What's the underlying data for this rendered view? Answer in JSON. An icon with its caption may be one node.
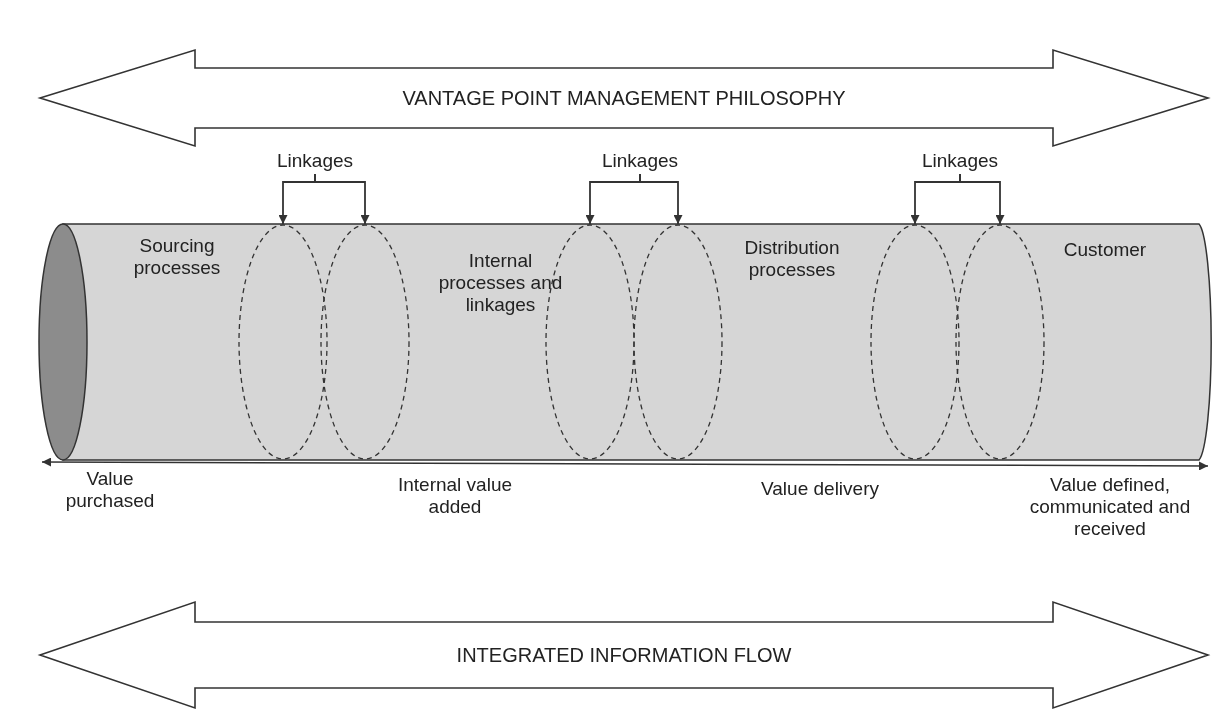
{
  "diagram": {
    "nodes": [
      {
        "text": [
          "VANTAGE POINT MANAGEMENT PHILOSOPHY"
        ]
      },
      {
        "text": [
          "Linkages"
        ]
      },
      {
        "text": [
          "Linkages"
        ]
      },
      {
        "text": [
          "Linkages"
        ]
      },
      {
        "text": [],
        "shape": "cylinder"
      },
      {
        "text": [
          "Sourcing processes"
        ],
        "in": 4
      },
      {
        "text": [],
        "shape": "ellipse",
        "in": 4
      },
      {
        "text": [],
        "shape": "ellipse",
        "in": 4
      },
      {
        "text": [
          "Internal processes and linkages"
        ],
        "in": 4
      },
      {
        "text": [],
        "shape": "ellipse",
        "in": 4
      },
      {
        "text": [],
        "shape": "ellipse",
        "in": 4
      },
      {
        "text": [
          "Distribution processes"
        ],
        "in": 4
      },
      {
        "text": [],
        "shape": "ellipse",
        "in": 4
      },
      {
        "text": [],
        "shape": "ellipse",
        "in": 4
      },
      {
        "text": [
          "Customer"
        ],
        "in": 4
      },
      {
        "text": [
          "INTEGRATED INFORMATION FLOW"
        ]
      }
    ],
    "edges": [
      {
        "from": 1,
        "to": 6,
        "arrow": "to"
      },
      {
        "from": 1,
        "to": 7,
        "arrow": "to"
      },
      {
        "from": 2,
        "to": 9,
        "arrow": "to"
      },
      {
        "from": 2,
        "to": 10,
        "arrow": "to"
      },
      {
        "from": 3,
        "to": 12,
        "arrow": "to"
      },
      {
        "from": 3,
        "to": 13,
        "arrow": "to"
      }
    ],
    "labels": [
      "Value purchased",
      "Internal value added",
      "Value delivery",
      "Value defined, communicated and received"
    ]
  }
}
